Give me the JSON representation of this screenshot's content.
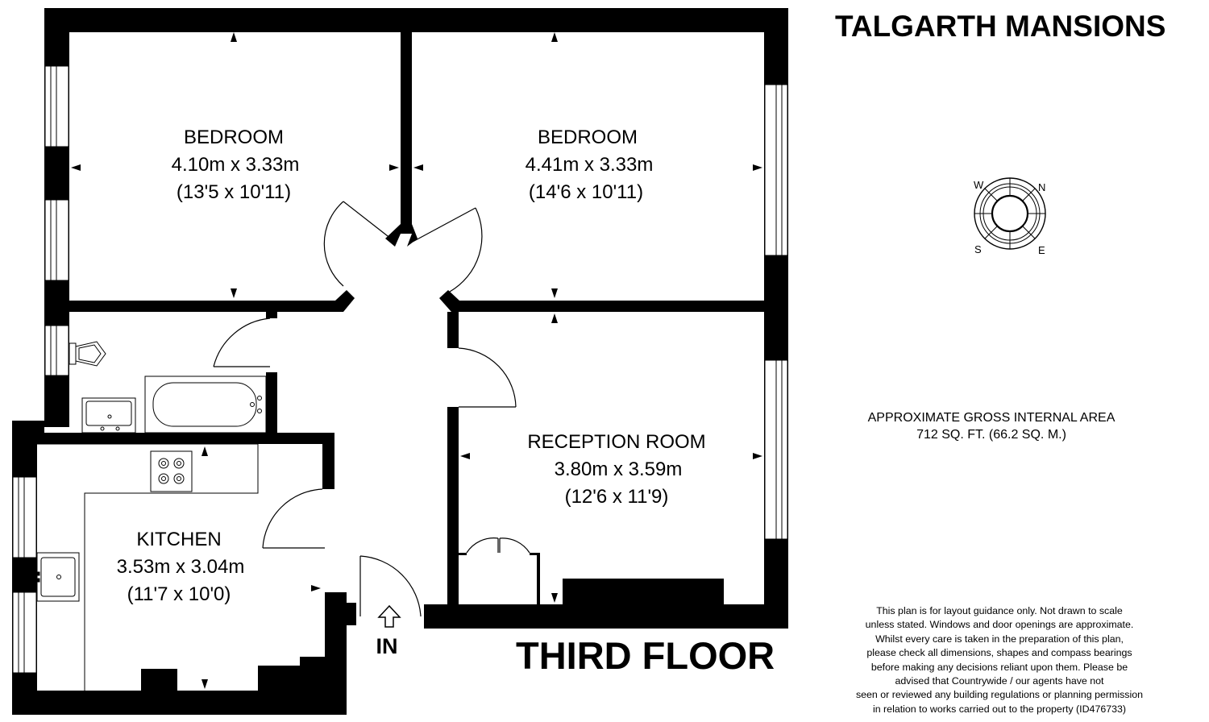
{
  "header": {
    "title": "TALGARTH MANSIONS"
  },
  "floor_label": "THIRD FLOOR",
  "entrance_label": "IN",
  "rooms": [
    {
      "name": "BEDROOM",
      "metric": "4.10m x 3.33m",
      "imperial": "(13'5 x 10'11)"
    },
    {
      "name": "BEDROOM",
      "metric": "4.41m x 3.33m",
      "imperial": "(14'6 x 10'11)"
    },
    {
      "name": "RECEPTION ROOM",
      "metric": "3.80m x 3.59m",
      "imperial": "(12'6 x 11'9)"
    },
    {
      "name": "KITCHEN",
      "metric": "3.53m x 3.04m",
      "imperial": "(11'7 x 10'0)"
    }
  ],
  "compass": {
    "w": "W",
    "n": "N",
    "s": "S",
    "e": "E"
  },
  "area": {
    "line1": "APPROXIMATE GROSS INTERNAL AREA",
    "line2": "712 SQ. FT. (66.2 SQ. M.)"
  },
  "disclaimer": [
    "This plan is for layout guidance only. Not drawn to scale",
    "unless stated. Windows and door openings are approximate.",
    "Whilst every care is taken in the preparation of this plan,",
    "please check all dimensions, shapes and compass bearings",
    "before making any decisions reliant upon them. Please be",
    "advised that Countrywide / our agents have not",
    "seen or reviewed any building regulations or planning permission",
    "in relation to works carried out to the property (ID476733)"
  ],
  "colors": {
    "wall": "#000000",
    "background": "#ffffff"
  }
}
